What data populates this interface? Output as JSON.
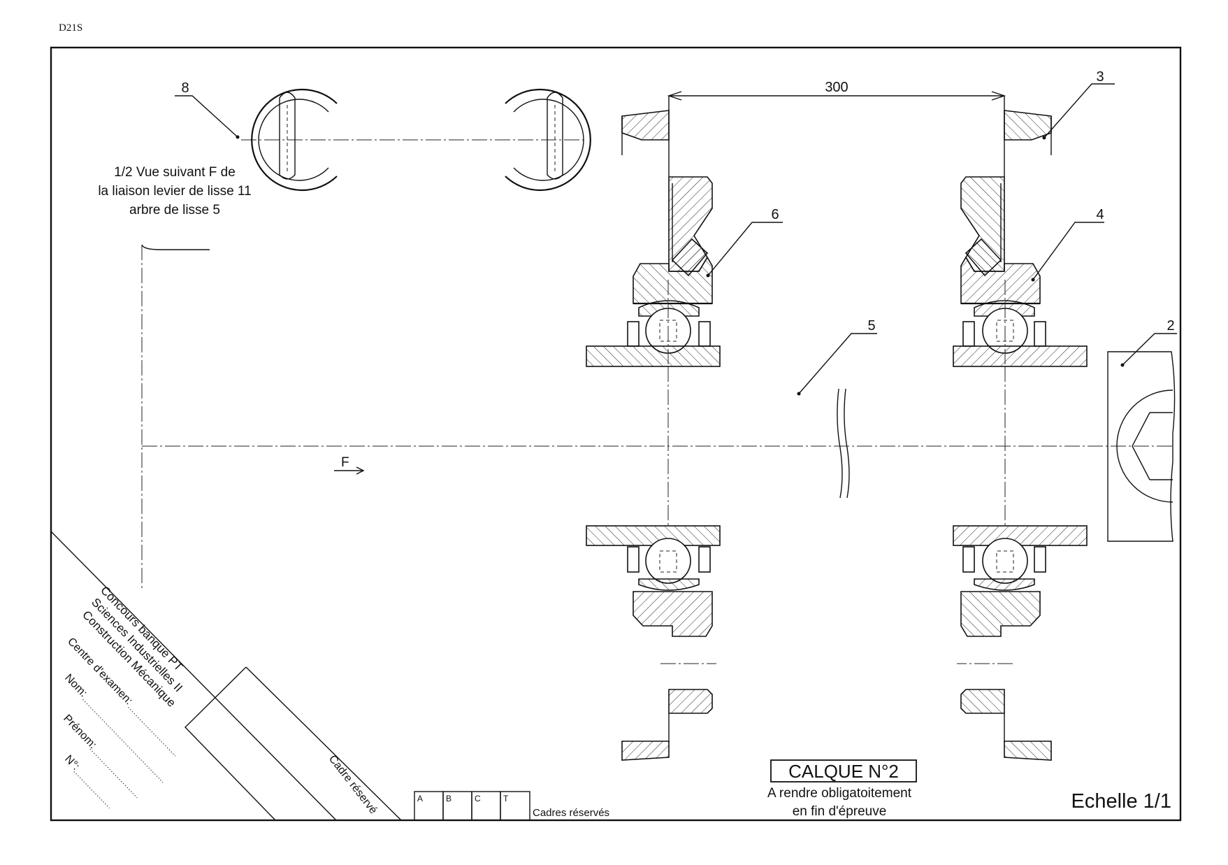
{
  "header": {
    "code": "D21S"
  },
  "view_note": {
    "lines": [
      "1/2 Vue suivant F de",
      "la liaison levier de lisse 11",
      "arbre de lisse 5"
    ]
  },
  "dimension": {
    "value": "300"
  },
  "part_labels": {
    "p8": "8",
    "p3": "3",
    "p6": "6",
    "p4": "4",
    "p5": "5",
    "p2": "2"
  },
  "view_arrow": {
    "label": "F"
  },
  "title_block": {
    "lines": [
      "Concours banque PT",
      "Sciences Industrielles II",
      "Construction Mécanique"
    ],
    "fields": [
      "Centre d'examen:",
      "Nom:",
      "Prénom:",
      "N°:"
    ],
    "reserved_frame": "Cadre réservé",
    "boxes": [
      "A",
      "B",
      "C",
      "T"
    ],
    "boxes_label": "Cadres réservés"
  },
  "calque": {
    "title": "CALQUE N°2",
    "line1": "A rendre obligatoitement",
    "line2": "en fin d'épreuve"
  },
  "scale": {
    "label": "Echelle 1/1"
  }
}
